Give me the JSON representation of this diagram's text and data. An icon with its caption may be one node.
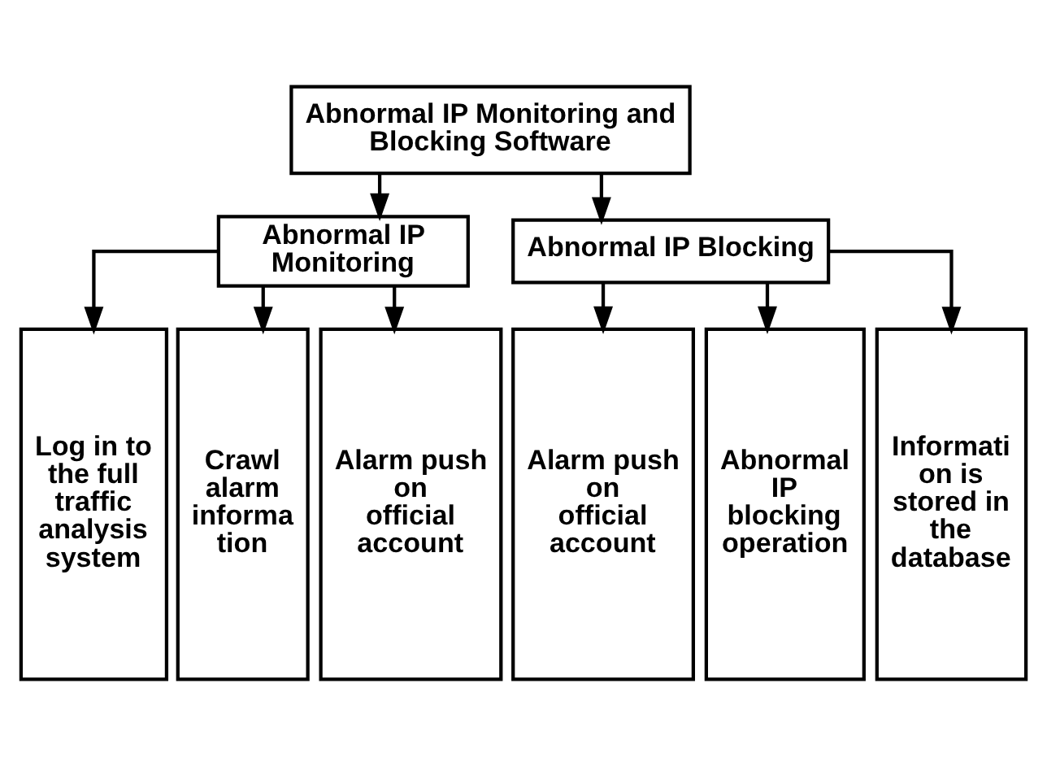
{
  "diagram": {
    "nodes": [
      {
        "text": [
          "Abnormal IP Monitoring and Blocking Software"
        ]
      },
      {
        "text": [
          "Abnormal IP Monitoring"
        ]
      },
      {
        "text": [
          "Abnormal IP Blocking"
        ]
      },
      {
        "text": [
          "Log in to the full traffic analysis system"
        ]
      },
      {
        "text": [
          "Crawl alarm informa tion"
        ]
      },
      {
        "text": [
          "Alarm push on official account"
        ]
      },
      {
        "text": [
          "Alarm push on official account"
        ]
      },
      {
        "text": [
          "Abnormal IP blocking operation"
        ]
      },
      {
        "text": [
          "Informati on is stored in the database"
        ]
      }
    ],
    "edges": [
      {
        "from": 0,
        "to": 1,
        "arrow": "to"
      },
      {
        "from": 0,
        "to": 2,
        "arrow": "to"
      },
      {
        "from": 1,
        "to": 3,
        "arrow": "to"
      },
      {
        "from": 1,
        "to": 4,
        "arrow": "to"
      },
      {
        "from": 1,
        "to": 5,
        "arrow": "to"
      },
      {
        "from": 2,
        "to": 6,
        "arrow": "to"
      },
      {
        "from": 2,
        "to": 7,
        "arrow": "to"
      },
      {
        "from": 2,
        "to": 8,
        "arrow": "to"
      }
    ]
  }
}
